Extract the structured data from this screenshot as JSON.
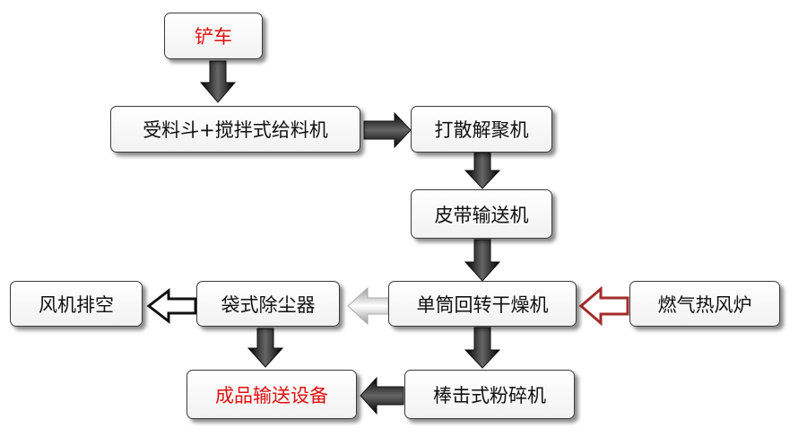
{
  "nodes": {
    "shovel_car": "铲车",
    "hopper_feeder": "受料斗+搅拌式给料机",
    "disperser": "打散解聚机",
    "belt_conveyor": "皮带输送机",
    "dryer": "单筒回转干燥机",
    "gas_furnace": "燃气热风炉",
    "bag_filter": "袋式除尘器",
    "exhaust": "风机排空",
    "crusher": "棒击式粉碎机",
    "product_conveying": "成品输送设备"
  },
  "colors": {
    "highlight_text": "#e01010",
    "arrow_dark": "#1a1a1a",
    "arrow_hot": "#a52a2a",
    "arrow_grey": "#bdbdbd"
  }
}
